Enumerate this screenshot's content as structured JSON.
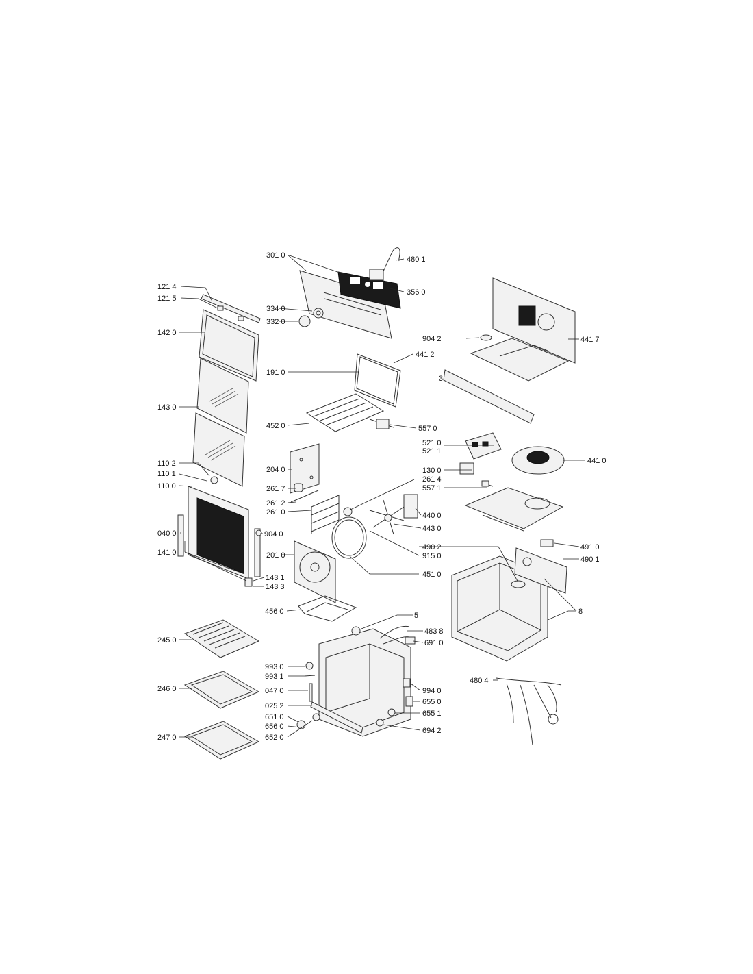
{
  "diagram": {
    "type": "exploded-parts-view",
    "labels": {
      "l_3010": "301 0",
      "l_4801": "480 1",
      "l_3560": "356 0",
      "l_1214": "121 4",
      "l_1215": "121 5",
      "l_3340": "334 0",
      "l_3320": "332 0",
      "l_1420": "142 0",
      "l_9042": "904 2",
      "l_4417": "441 7",
      "l_4412": "441 2",
      "l_1910": "191 0",
      "l_3": "3",
      "l_1430": "143 0",
      "l_4520": "452 0",
      "l_5570": "557 0",
      "l_5210": "521 0",
      "l_5211": "521 1",
      "l_1102": "110 2",
      "l_4410": "441 0",
      "l_2040": "204 0",
      "l_1300": "130 0",
      "l_1101": "110 1",
      "l_2614": "261 4",
      "l_1100": "110 0",
      "l_2617": "261 7",
      "l_5571": "557 1",
      "l_2612": "261 2",
      "l_2610": "261 0",
      "l_4400": "440 0",
      "l_0400": "040 0",
      "l_9040": "904 0",
      "l_4430": "443 0",
      "l_4902": "490 2",
      "l_4910": "491 0",
      "l_1410": "141 0",
      "l_9150": "915 0",
      "l_2010": "201 0",
      "l_4901": "490 1",
      "l_4510": "451 0",
      "l_1431": "143 1",
      "l_1433": "143 3",
      "l_4560": "456 0",
      "l_8": "8",
      "l_5": "5",
      "l_2450": "245 0",
      "l_4838": "483 8",
      "l_6910": "691 0",
      "l_9930": "993 0",
      "l_9931": "993 1",
      "l_4804": "480 4",
      "l_2460": "246 0",
      "l_0470": "047 0",
      "l_9940": "994 0",
      "l_0252": "025 2",
      "l_6550": "655 0",
      "l_6510": "651 0",
      "l_6551": "655 1",
      "l_6560": "656 0",
      "l_6942": "694 2",
      "l_2470": "247 0",
      "l_6520": "652 0"
    }
  }
}
